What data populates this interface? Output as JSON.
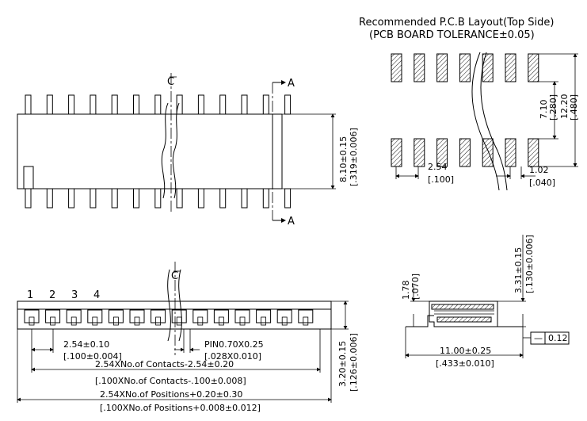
{
  "layout_title": "Recommended P.C.B Layout(Top Side)",
  "layout_subtitle": "(PCB BOARD TOLERANCE±0.05)",
  "centerline": "C",
  "section": "A",
  "height_dim": "8.10±0.15",
  "height_dim_inch": "[.319±0.006]",
  "pcb": {
    "row_gap": "7.10",
    "row_gap_inch": "[.280]",
    "overall": "12.20",
    "overall_inch": "[.480]",
    "pitch": "2.54",
    "pitch_inch": "[.100]",
    "pad_width": "1.02",
    "pad_width_inch": "[.040]"
  },
  "positions": [
    "1",
    "2",
    "3",
    "4"
  ],
  "front": {
    "pitch_tol": "2.54±0.10",
    "pitch_tol_inch": "[.100±0.004]",
    "pin": "PIN0.70X0.25",
    "pin_inch": "[.028X0.010]",
    "contacts_formula": "2.54XNo.of Contacts-2.54±0.20",
    "contacts_formula_inch": "[.100XNo.of Contacts-.100±0.008]",
    "positions_formula": "2.54XNo.of Positions+0.20±0.30",
    "positions_formula_inch": "[.100XNo.of Positions+0.008±0.012]",
    "height": "3.20±0.15",
    "height_inch": "[.126±0.006]"
  },
  "side": {
    "top_height": "3.31±0.15",
    "top_height_inch": "[.130±0.006]",
    "step": "1.78",
    "step_inch": "[.070]",
    "width": "11.00±0.25",
    "width_inch": "[.433±0.010]",
    "flatness_symbol": "—",
    "flatness": "0.12"
  }
}
